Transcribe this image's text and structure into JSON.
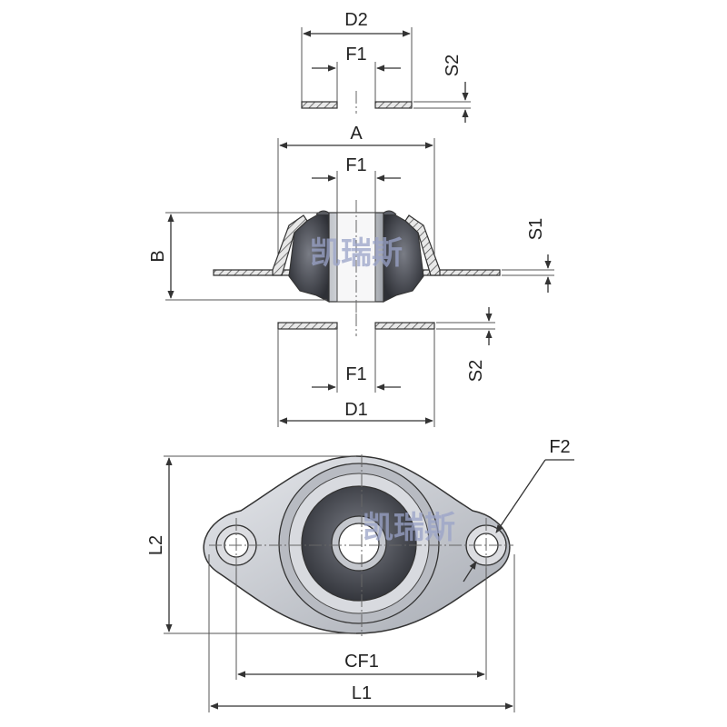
{
  "labels": {
    "d2": "D2",
    "f1_top": "F1",
    "s2_top": "S2",
    "a": "A",
    "f1_mid": "F1",
    "b": "B",
    "s1": "S1",
    "f1_bottom": "F1",
    "s2_bottom": "S2",
    "d1": "D1",
    "f2": "F2",
    "l2": "L2",
    "cf1": "CF1",
    "l1": "L1"
  },
  "watermark": "凯瑞斯",
  "colors": {
    "rubber": "#4a4d55",
    "metal": "#c9ccd2",
    "metal_dark": "#8b8f96",
    "line": "#333333",
    "watermark": "#9aa3c8"
  }
}
